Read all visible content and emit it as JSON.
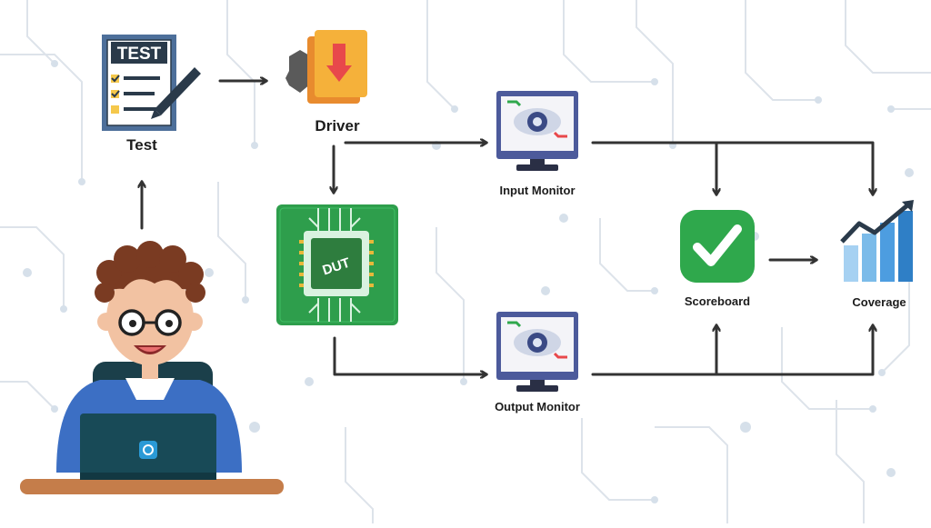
{
  "nodes": {
    "test": {
      "label": "Test",
      "sheet_header": "TEST"
    },
    "driver": {
      "label": "Driver"
    },
    "dut": {
      "chip_label": "DUT"
    },
    "input_monitor": {
      "label": "Input Monitor"
    },
    "output_monitor": {
      "label": "Output Monitor"
    },
    "scoreboard": {
      "label": "Scoreboard"
    },
    "coverage": {
      "label": "Coverage"
    }
  },
  "icons": {
    "test": "test-sheet-icon",
    "driver": "driver-icon",
    "dut": "dut-chip-icon",
    "monitor": "eye-monitor-icon",
    "scoreboard": "checkmark-icon",
    "coverage": "rising-bar-chart-icon",
    "engineer": "engineer-with-laptop"
  },
  "colors": {
    "arrow": "#333333",
    "circuit": "#dde3ea",
    "board_green": "#2e9e4c",
    "check_green": "#2fa84c",
    "coverage_blue": "#4d9de0",
    "test_blue": "#4d6f9a",
    "driver_orange": "#f5b13a",
    "driver_red": "#e8484b",
    "laptop": "#184a57"
  }
}
